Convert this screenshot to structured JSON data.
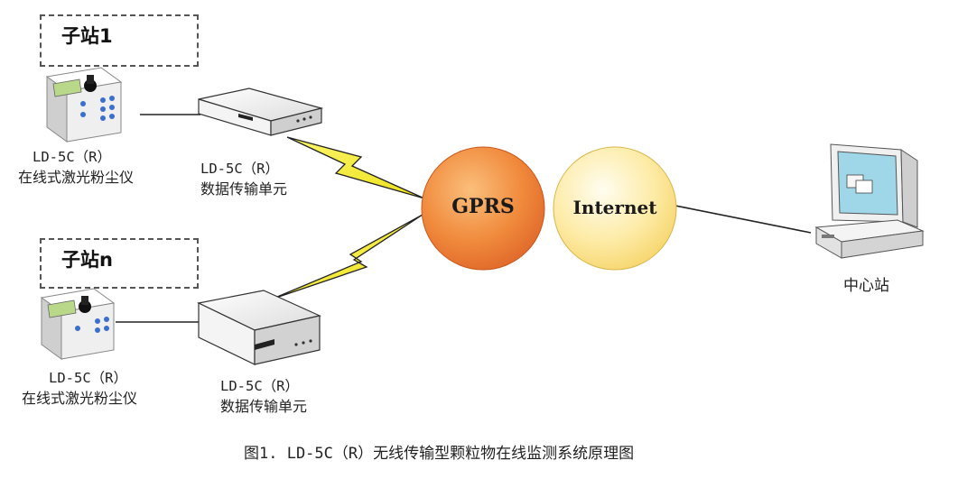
{
  "stations": [
    {
      "label": "子站1",
      "instrument_model": "LD-5C（R）",
      "instrument_name": "在线式激光粉尘仪",
      "dtu_model": "LD-5C（R）",
      "dtu_name": "数据传输单元"
    },
    {
      "label": "子站n",
      "instrument_model": "LD-5C（R）",
      "instrument_name": "在线式激光粉尘仪",
      "dtu_model": "LD-5C（R）",
      "dtu_name": "数据传输单元"
    }
  ],
  "network": {
    "gprs_label": "GPRS",
    "internet_label": "Internet"
  },
  "center": {
    "label": "中心站"
  },
  "figure_caption": "图1. LD-5C（R）无线传输型颗粒物在线监测系统原理图",
  "colors": {
    "gprs_fill": "#f08a3c",
    "internet_fill": "#fde9a0",
    "lightning": "#f7ef3a",
    "device_body": "#f2f2f2",
    "instrument_screen": "#b9d88a"
  },
  "icons": [
    "dust-monitor-icon",
    "dtu-modem-icon",
    "lightning-bolt-icon",
    "computer-icon"
  ]
}
